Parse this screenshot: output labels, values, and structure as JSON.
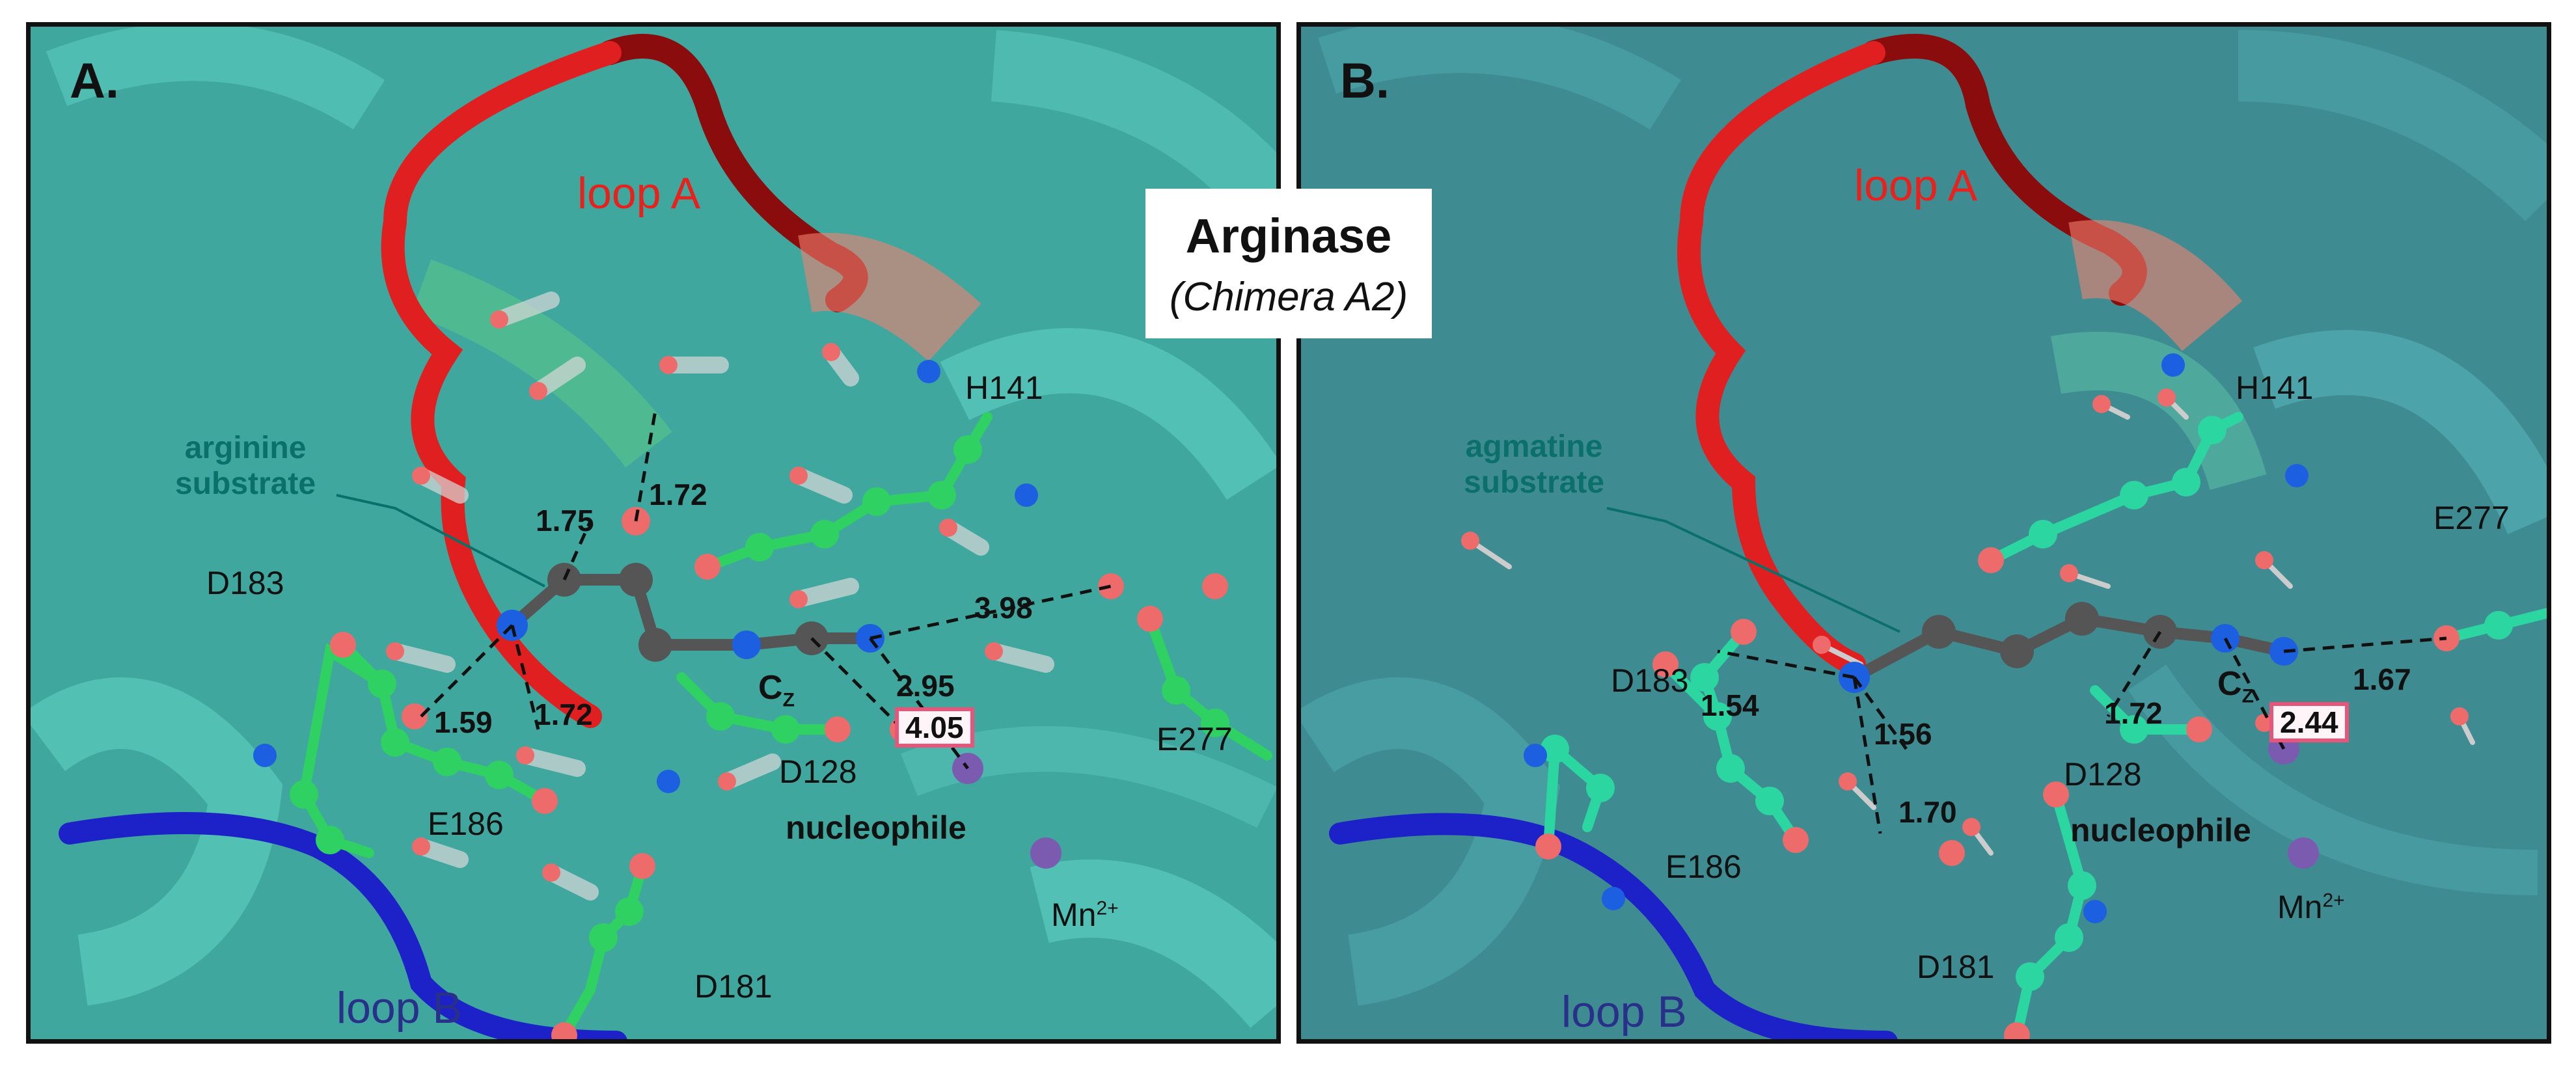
{
  "title": {
    "main": "Arginase",
    "subtitle": "(Chimera A2)"
  },
  "panel_a": {
    "letter": "A.",
    "loop_a": "loop A",
    "loop_b": "loop B",
    "substrate": [
      "arginine",
      "substrate"
    ],
    "residues": {
      "h141": "H141",
      "d183": "D183",
      "e186": "E186",
      "d128": "D128",
      "e277": "E277",
      "d181": "D181"
    },
    "distances": {
      "d1": "1.75",
      "d2": "1.72",
      "d3": "1.59",
      "d4": "1.72",
      "d5": "3.98",
      "d6": "2.95",
      "highlighted": "4.05"
    },
    "cz": "C",
    "cz_sub": "Z",
    "nucleophile": "nucleophile",
    "mn": "Mn",
    "mn_sup": "2+"
  },
  "panel_b": {
    "letter": "B.",
    "loop_a": "loop A",
    "loop_b": "loop B",
    "substrate": [
      "agmatine",
      "substrate"
    ],
    "residues": {
      "h141": "H141",
      "e277": "E277",
      "d183": "D183",
      "d128": "D128",
      "e186": "E186",
      "d181": "D181"
    },
    "distances": {
      "d1": "1.54",
      "d2": "1.56",
      "d3": "1.72",
      "d4": "1.67",
      "d5": "1.70",
      "highlighted": "2.44"
    },
    "cz": "C",
    "cz_sub": "Z",
    "nucleophile": "nucleophile",
    "mn": "Mn",
    "mn_sup": "2+"
  },
  "colors": {
    "loop_a": "#e8211c",
    "loop_b": "#28308a",
    "substrate_label": "#0b6f6a",
    "highlight_box": "#e8557a",
    "carbon_green": "#2fd162",
    "carbon_teal": "#2bd6a0",
    "carbon_gray": "#555555",
    "nitrogen": "#1c5fe0",
    "oxygen": "#ee6b6b",
    "manganese": "#7b5bb0"
  }
}
